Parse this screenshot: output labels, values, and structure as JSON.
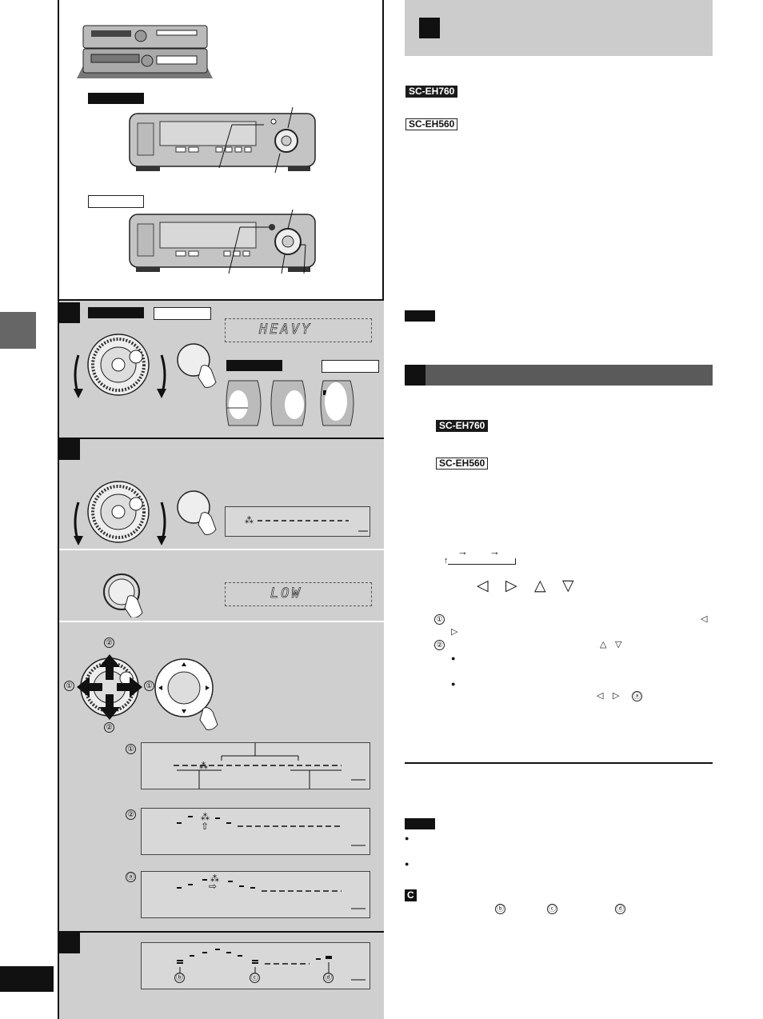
{
  "models": {
    "eh760": "SC-EH760",
    "eh560": "SC-EH560"
  },
  "display_text": {
    "heavy": "HEAVY",
    "low": "LOW"
  },
  "diagram_markers": {
    "step_num_1": "①",
    "step_num_2": "②",
    "marker_a": "ⓐ",
    "marker_b": "ⓑ",
    "marker_c": "ⓒ",
    "marker_d": "ⓓ",
    "dir_up": "②",
    "dir_down": "②",
    "dir_left": "①",
    "dir_right": "①"
  },
  "sequence": {
    "arrow1": "→",
    "arrow2": "→",
    "return_arrow": "↑"
  },
  "direction_keys": {
    "left": "◁",
    "right": "▷",
    "up": "△",
    "down": "▽"
  },
  "right_column": {
    "step1_num": "①",
    "step1_left": "◁",
    "step1_right": "▷",
    "step2_num": "②",
    "step2_up": "△",
    "step2_down": "▽",
    "bullet": "●",
    "bullet2_left": "◁",
    "bullet2_right": "▷",
    "bullet2_marker": "ⓐ",
    "note_c_letter": "C",
    "note_c_b": "ⓑ",
    "note_c_c": "ⓒ",
    "note_c_d": "ⓓ"
  },
  "colors": {
    "panel_gray": "#cfcfcf",
    "section_bar": "#5a5a5a",
    "black": "#111111"
  }
}
